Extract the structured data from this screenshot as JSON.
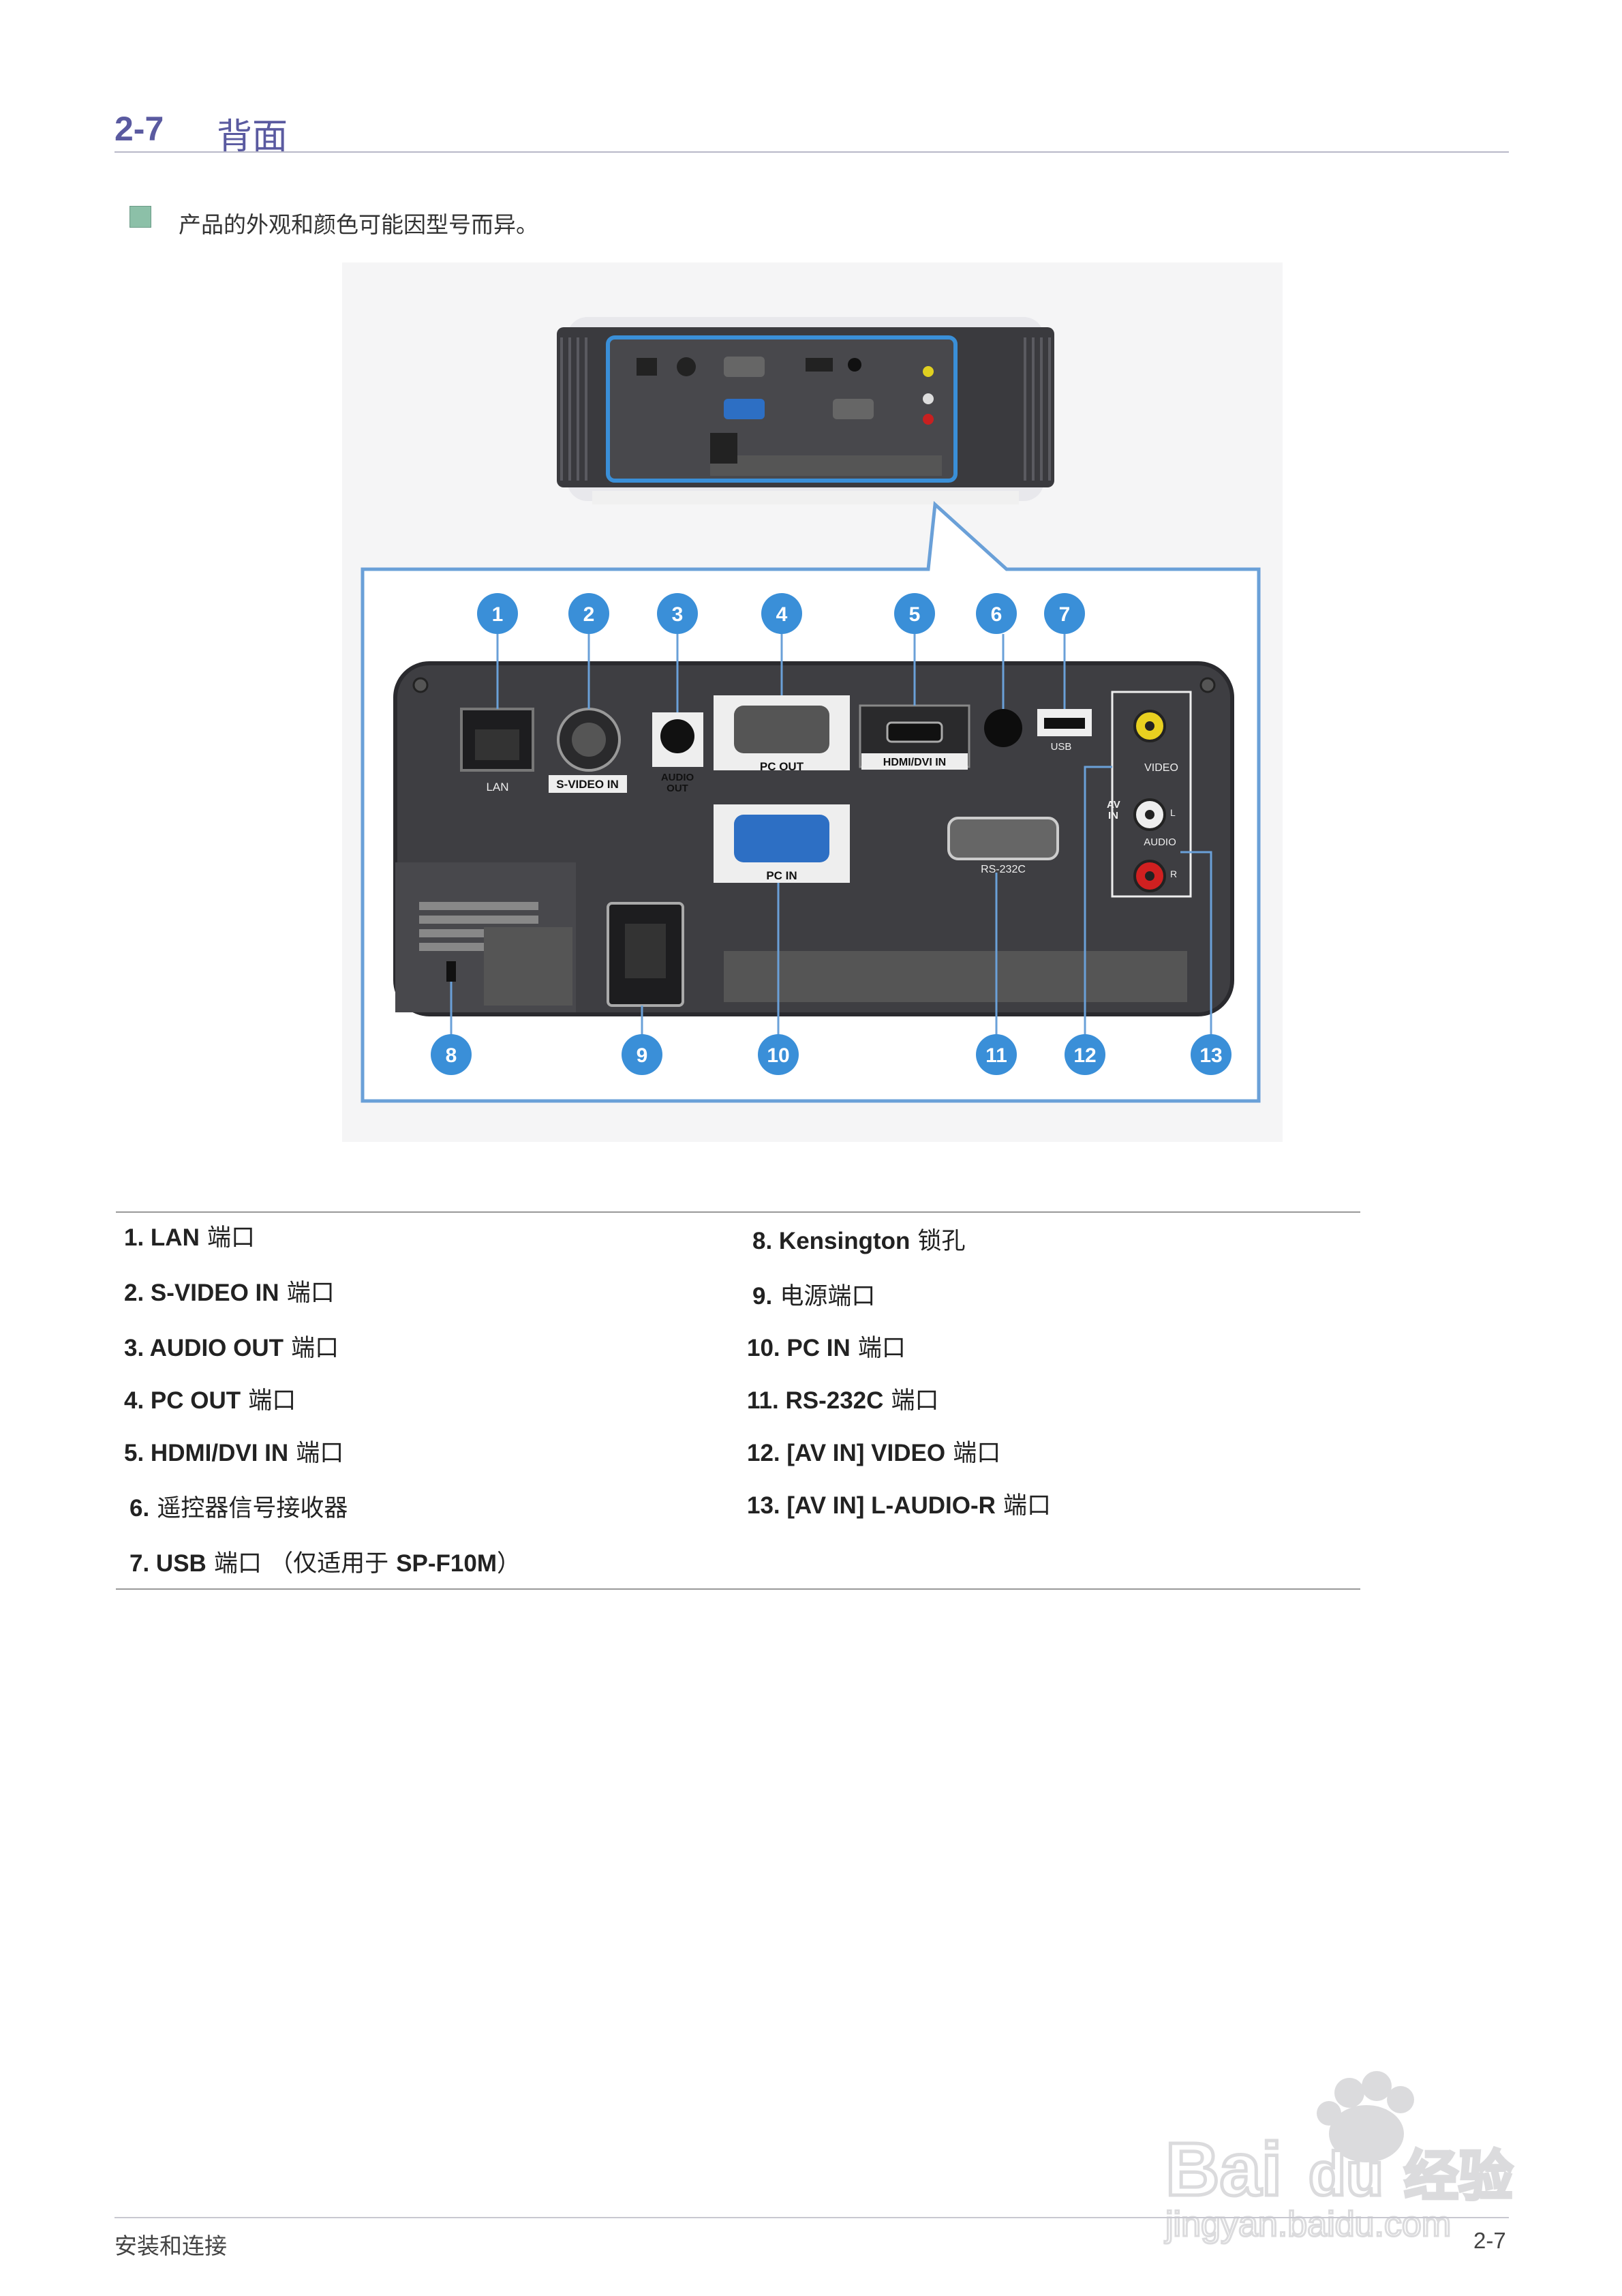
{
  "header": {
    "section_number": "2-7",
    "title": "背面"
  },
  "note": {
    "icon": "note-icon",
    "text": "产品的外观和颜色可能因型号而异。"
  },
  "figure": {
    "callouts": [
      "1",
      "2",
      "3",
      "4",
      "5",
      "6",
      "7",
      "8",
      "9",
      "10",
      "11",
      "12",
      "13"
    ],
    "port_labels": {
      "lan": "LAN",
      "svideo": "S-VIDEO IN",
      "audio_out": "AUDIO OUT",
      "pc_out": "PC OUT",
      "hdmi": "HDMI/DVI IN",
      "usb": "USB",
      "video": "VIDEO",
      "av_in": "AV IN",
      "audio": "AUDIO",
      "l": "L",
      "r": "R",
      "pc_in": "PC IN",
      "rs232c": "RS-232C"
    }
  },
  "items_left": [
    {
      "num": "1. LAN",
      "text": " 端口"
    },
    {
      "num": "2. S-VIDEO IN",
      "text": " 端口"
    },
    {
      "num": "3. AUDIO OUT",
      "text": " 端口"
    },
    {
      "num": "4. PC OUT",
      "text": " 端口"
    },
    {
      "num": "5. HDMI/DVI IN",
      "text": " 端口"
    },
    {
      "num": "6.",
      "text": " 遥控器信号接收器"
    },
    {
      "num": "7. USB",
      "text": " 端口 （仅适用于 ",
      "num2": "SP-F10M",
      "text2": "）"
    }
  ],
  "items_right": [
    {
      "num": "8. Kensington",
      "text": " 锁孔"
    },
    {
      "num": "9.",
      "text": " 电源端口"
    },
    {
      "num": "10. PC IN",
      "text": " 端口"
    },
    {
      "num": "11. RS-232C",
      "text": " 端口"
    },
    {
      "num": "12. [AV IN] VIDEO",
      "text": " 端口"
    },
    {
      "num": "13. [AV IN] L-AUDIO-R",
      "text": " 端口"
    }
  ],
  "footer": {
    "left": "安装和连接",
    "right": "2-7"
  },
  "watermark": {
    "brand": "Bai du 经验",
    "url": "jingyan.baidu.com"
  }
}
